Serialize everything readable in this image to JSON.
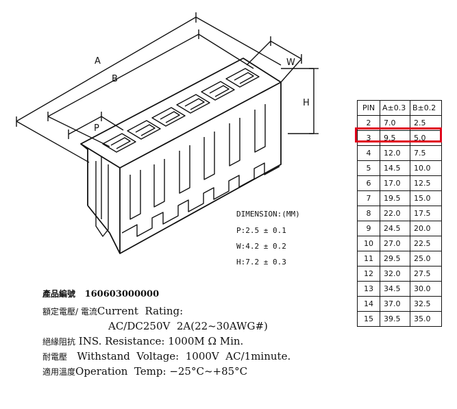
{
  "drawing": {
    "dimension_labels": {
      "a": "A",
      "b": "B",
      "p": "P",
      "w": "W",
      "h": "H"
    }
  },
  "dimensions": {
    "title": "DIMENSION:(MM)",
    "pitch": "P:2.5 ± 0.1",
    "width": "W:4.2 ± 0.2",
    "height": "H:7.2 ± 0.3"
  },
  "pin_table": {
    "headers": [
      "PIN",
      "A±0.3",
      "B±0.2"
    ],
    "rows": [
      [
        "2",
        "7.0",
        "2.5"
      ],
      [
        "3",
        "9.5",
        "5.0"
      ],
      [
        "4",
        "12.0",
        "7.5"
      ],
      [
        "5",
        "14.5",
        "10.0"
      ],
      [
        "6",
        "17.0",
        "12.5"
      ],
      [
        "7",
        "19.5",
        "15.0"
      ],
      [
        "8",
        "22.0",
        "17.5"
      ],
      [
        "9",
        "24.5",
        "20.0"
      ],
      [
        "10",
        "27.0",
        "22.5"
      ],
      [
        "11",
        "29.5",
        "25.0"
      ],
      [
        "12",
        "32.0",
        "27.5"
      ],
      [
        "13",
        "34.5",
        "30.0"
      ],
      [
        "14",
        "37.0",
        "32.5"
      ],
      [
        "15",
        "39.5",
        "35.0"
      ]
    ],
    "highlighted_pin": "3",
    "highlight_color": "#e0001b"
  },
  "specs": {
    "part_label": "產品編號",
    "part_number": "160603000000",
    "rating_cn": "額定電壓/ 電流",
    "rating_en": "Current  Rating:",
    "rating_value": "AC/DC250V  2A(22~30AWG#)",
    "insulation_cn": "絕緣阻抗",
    "insulation_en": "INS. Resistance: 1000M Ω Min.",
    "withstand_cn": "耐電壓",
    "withstand_en": "Withstand  Voltage:  1000V  AC/1minute.",
    "temp_cn": "適用溫度",
    "temp_en": "Operation  Temp: −25°C~+85°C"
  }
}
